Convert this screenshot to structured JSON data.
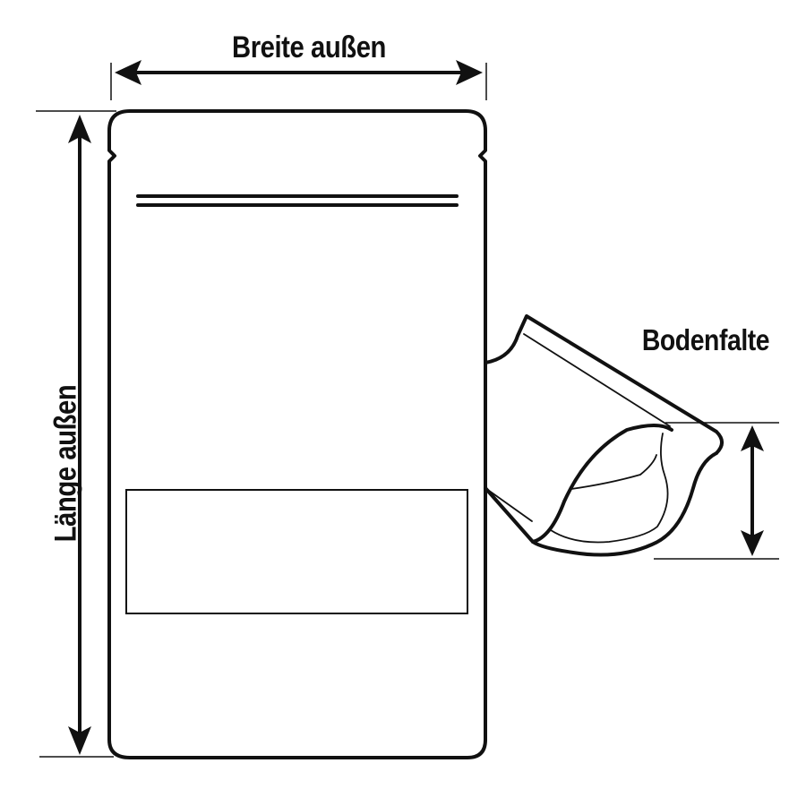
{
  "diagram": {
    "type": "stand-up pouch dimension diagram",
    "labels": {
      "width": "Breite außen",
      "height": "Länge außen",
      "gusset": "Bodenfalte"
    },
    "colors": {
      "stroke": "#111111",
      "background": "#ffffff"
    },
    "elements": {
      "pouch_outline": "rounded rectangle with tear notches",
      "zipper": "double horizontal line",
      "label_window": "rectangle",
      "gusset_view": "folded bottom gusset shown from side",
      "dimension_arrows": [
        "horizontal width arrow",
        "vertical length arrow",
        "vertical gusset arrow"
      ]
    }
  }
}
